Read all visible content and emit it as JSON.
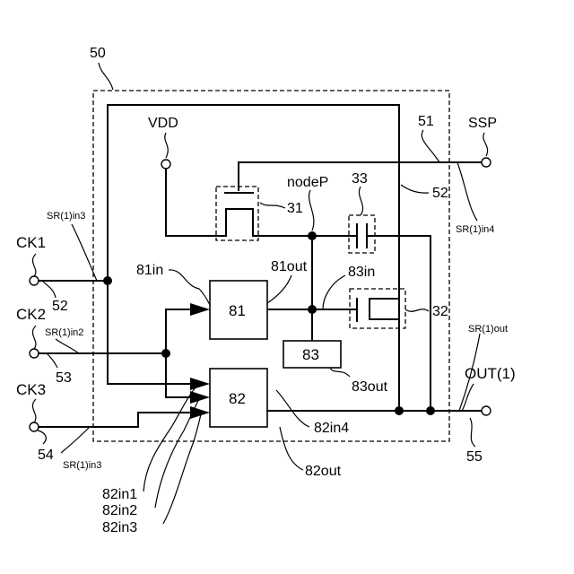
{
  "labels": {
    "block_id": "50",
    "vdd": "VDD",
    "ssp": "SSP",
    "node_p": "nodeP",
    "ref_51": "51",
    "ref_52": "52",
    "ref_33": "33",
    "ref_31": "31",
    "ref_32": "32",
    "sr_in4": "SR(1)in4",
    "ck1": "CK1",
    "sr_in3_top": "SR(1)in3",
    "ref_52b": "52",
    "in81": "81in",
    "out81": "81out",
    "in83": "83in",
    "ck2": "CK2",
    "sr_in2": "SR(1)in2",
    "ref_53": "53",
    "sr_out": "SR(1)out",
    "ck3": "CK3",
    "out1": "OUT(1)",
    "ref_54": "54",
    "sr_in3_bot": "SR(1)in3",
    "ref_55": "55",
    "in84_82": "82in4",
    "out83": "83out",
    "out82": "82out",
    "in1_82": "82in1",
    "in2_82": "82in2",
    "in3_82": "82in3",
    "box81": "81",
    "box82": "82",
    "box83": "83"
  }
}
